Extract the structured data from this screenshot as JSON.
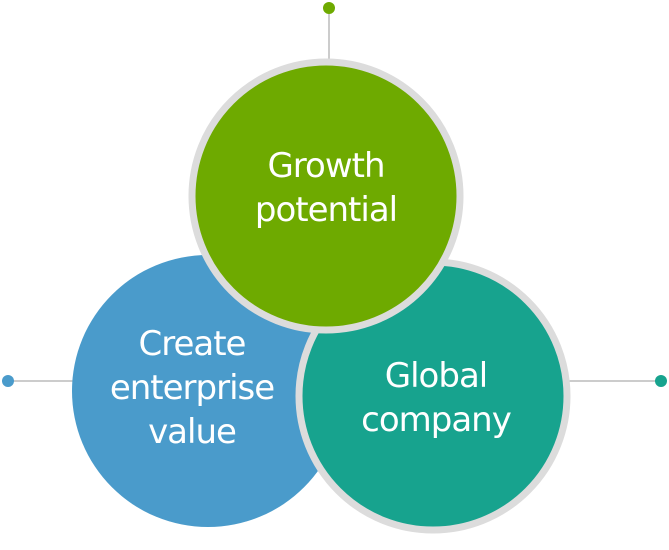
{
  "colors": {
    "growth": "#6eaa00",
    "enterprise": "#4a9bcb",
    "global": "#17a38e",
    "connector": "#3f8fbf",
    "ring": "#dcdcdc"
  },
  "circles": {
    "growth": {
      "line1": "Growth",
      "line2": "potential"
    },
    "enterprise": {
      "line1": "Create",
      "line2": "enterprise",
      "line3": "value"
    },
    "global": {
      "line1": "Global",
      "line2": "company"
    }
  }
}
